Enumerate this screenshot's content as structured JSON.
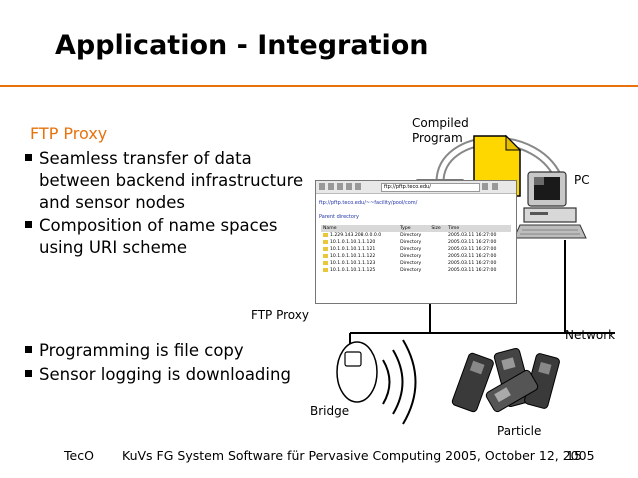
{
  "slide": {
    "title": "Application - Integration",
    "section_heading": "FTP Proxy",
    "bullets_top": [
      {
        "line1": "Seamless transfer of data",
        "line2": "between backend infrastructure",
        "line3": "and sensor nodes"
      },
      {
        "line1": "Composition of name spaces",
        "line2": "using URI scheme"
      }
    ],
    "bullets_bottom": [
      "Programming is file copy",
      "Sensor logging is downloading"
    ],
    "accent_color": "#e8720c"
  },
  "diagram": {
    "compiled_program": {
      "line1": "Compiled",
      "line2": "Program"
    },
    "pc_label": "PC",
    "network_label": "Network",
    "ftp_proxy_label": "FTP Proxy",
    "bridge_label": "Bridge",
    "particle_label": "Particle"
  },
  "browser": {
    "url": "ftp://pftp.teco.edu/",
    "path": "ftp://pftp.teco.edu/~~facility/pool/com/",
    "parent": "Parent directory",
    "columns": [
      "Name",
      "Type",
      "Size",
      "Time"
    ],
    "rows": [
      {
        "name": "1.229.143.208.0.0.0.0",
        "type": "Directory",
        "size": "",
        "time": "2005.03.11 16:27:00"
      },
      {
        "name": "10.1.0.1.10.1.1.120",
        "type": "Directory",
        "size": "",
        "time": "2005.03.11 16:27:00"
      },
      {
        "name": "10.1.0.1.10.1.1.121",
        "type": "Directory",
        "size": "",
        "time": "2005.03.11 16:27:00"
      },
      {
        "name": "10.1.0.1.10.1.1.122",
        "type": "Directory",
        "size": "",
        "time": "2005.03.11 16:27:00"
      },
      {
        "name": "10.1.0.1.10.1.1.123",
        "type": "Directory",
        "size": "",
        "time": "2005.03.11 16:27:00"
      },
      {
        "name": "10.1.0.1.10.1.1.125",
        "type": "Directory",
        "size": "",
        "time": "2005.03.11 16:27:00"
      }
    ]
  },
  "footer": {
    "left": "TecO",
    "center": "KuVs FG System Software für Pervasive Computing 2005,  October 12, 2005",
    "page": "15"
  }
}
